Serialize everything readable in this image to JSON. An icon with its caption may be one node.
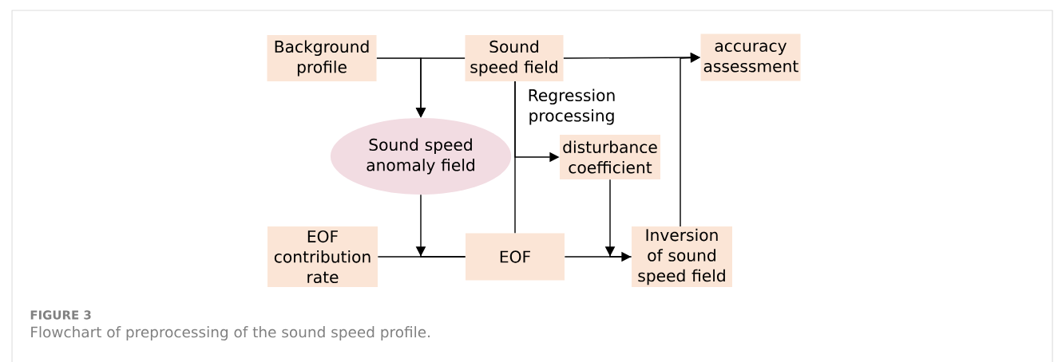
{
  "diagram": {
    "caption": "Flowchart of preprocessing of the sound speed profile.",
    "nodes": [
      {
        "text": [
          "Background profile"
        ]
      },
      {
        "text": [
          "Sound speed field"
        ]
      },
      {
        "text": [
          "accuracy assessment"
        ]
      },
      {
        "text": [
          "Sound speed anomaly field"
        ]
      },
      {
        "text": [
          "disturbance coefficient"
        ]
      },
      {
        "text": [
          "EOF contribution rate"
        ]
      },
      {
        "text": [
          "EOF"
        ]
      },
      {
        "text": [
          "Inversion of sound speed field"
        ]
      }
    ],
    "edges": [
      {
        "from": 0,
        "to": 3,
        "arrow": "to"
      },
      {
        "from": 1,
        "to": 3,
        "arrow": "to"
      },
      {
        "from": 1,
        "to": 2,
        "arrow": "to"
      },
      {
        "from": 7,
        "to": 2,
        "arrow": "to"
      },
      {
        "from": 1,
        "to": 4,
        "arrow": "to",
        "label": "Regression processing"
      },
      {
        "from": 1,
        "to": 6,
        "arrow": "none"
      },
      {
        "from": 5,
        "to": 6,
        "arrow": "none"
      },
      {
        "from": 3,
        "to": 6,
        "arrow": "to"
      },
      {
        "from": 6,
        "to": 7,
        "arrow": "to"
      },
      {
        "from": 4,
        "to": 7,
        "arrow": "to"
      }
    ],
    "labels": [
      "FIGURE 3"
    ]
  }
}
